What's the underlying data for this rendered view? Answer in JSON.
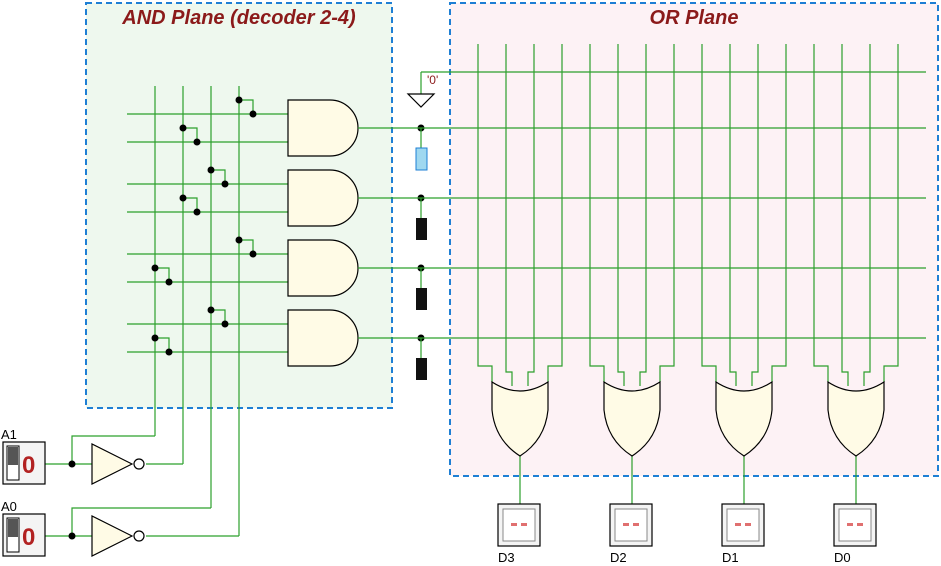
{
  "and_plane": {
    "title": "AND Plane (decoder 2-4)"
  },
  "or_plane": {
    "title": "OR Plane"
  },
  "pulldown": {
    "label": "'0'"
  },
  "inputs": [
    {
      "label": "A1",
      "value": "0"
    },
    {
      "label": "A0",
      "value": "0"
    }
  ],
  "outputs": [
    {
      "label": "D3"
    },
    {
      "label": "D2"
    },
    {
      "label": "D1"
    },
    {
      "label": "D0"
    }
  ],
  "colors": {
    "wire": "#2ca02c",
    "and_fill": "#e8f5e9",
    "or_fill": "#fdeff2",
    "box_border": "#1e7fd4",
    "gate_fill": "#fffbe6",
    "title": "#8b1a1a"
  }
}
